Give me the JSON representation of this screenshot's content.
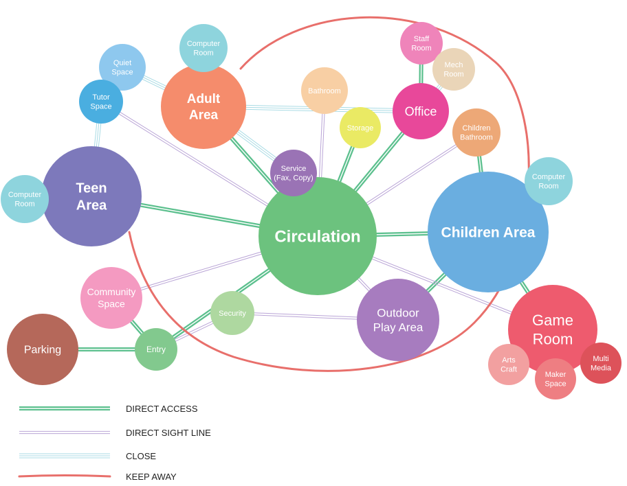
{
  "colors": {
    "direct_access": "#5cc08e",
    "sight_line": "#b9a4d6",
    "close": "#a9dbe4",
    "keep_away": "#e86f6b"
  },
  "nodes": {
    "circulation": {
      "lines": [
        "Circulation"
      ],
      "color": "#6cc27e"
    },
    "children_area": {
      "lines": [
        "Children Area"
      ],
      "color": "#6aaee0"
    },
    "teen_area": {
      "lines": [
        "Teen",
        "Area"
      ],
      "color": "#7d79bb"
    },
    "adult_area": {
      "lines": [
        "Adult",
        "Area"
      ],
      "color": "#f58c6c"
    },
    "game_room": {
      "lines": [
        "Game",
        "Room"
      ],
      "color": "#ee5b6e"
    },
    "outdoor_play_area": {
      "lines": [
        "Outdoor",
        "Play Area"
      ],
      "color": "#a77cbf"
    },
    "office": {
      "lines": [
        "Office"
      ],
      "color": "#e8489a"
    },
    "parking": {
      "lines": [
        "Parking"
      ],
      "color": "#b5685a"
    },
    "community_space": {
      "lines": [
        "Community",
        "Space"
      ],
      "color": "#f49ac1"
    },
    "entry": {
      "lines": [
        "Entry"
      ],
      "color": "#82c98e"
    },
    "security": {
      "lines": [
        "Security"
      ],
      "color": "#aed8a0"
    },
    "service": {
      "lines": [
        "Service",
        "(Fax, Copy)"
      ],
      "color": "#9a73b5"
    },
    "bathroom": {
      "lines": [
        "Bathroom"
      ],
      "color": "#f8cfa4"
    },
    "storage": {
      "lines": [
        "Storage"
      ],
      "color": "#eaea64"
    },
    "staff_room": {
      "lines": [
        "Staff",
        "Room"
      ],
      "color": "#ef84ba"
    },
    "mech_room": {
      "lines": [
        "Mech",
        "Room"
      ],
      "color": "#ead5b8"
    },
    "children_bathroom": {
      "lines": [
        "Children",
        "Bathroom"
      ],
      "color": "#eda877"
    },
    "computer_room_children": {
      "lines": [
        "Computer",
        "Room"
      ],
      "color": "#8ed4dd"
    },
    "computer_room_adult": {
      "lines": [
        "Computer",
        "Room"
      ],
      "color": "#8ed4dd"
    },
    "computer_room_teen": {
      "lines": [
        "Computer",
        "Room"
      ],
      "color": "#8ed4dd"
    },
    "quiet_space": {
      "lines": [
        "Quiet",
        "Space"
      ],
      "color": "#8ec8ee"
    },
    "tutor_space": {
      "lines": [
        "Tutor",
        "Space"
      ],
      "color": "#4aaee0"
    },
    "arts_craft": {
      "lines": [
        "Arts",
        "Craft"
      ],
      "color": "#f2a0a0"
    },
    "maker_space": {
      "lines": [
        "Maker",
        "Space"
      ],
      "color": "#ee7e82"
    },
    "multi_media": {
      "lines": [
        "Multi",
        "Media"
      ],
      "color": "#dd525a"
    }
  },
  "links": [
    {
      "from": "circulation",
      "to": "children_area",
      "type": "direct_access"
    },
    {
      "from": "circulation",
      "to": "teen_area",
      "type": "direct_access"
    },
    {
      "from": "circulation",
      "to": "adult_area",
      "type": "direct_access"
    },
    {
      "from": "circulation",
      "to": "office",
      "type": "direct_access"
    },
    {
      "from": "circulation",
      "to": "storage",
      "type": "direct_access"
    },
    {
      "from": "circulation",
      "to": "entry",
      "type": "direct_access"
    },
    {
      "from": "parking",
      "to": "entry",
      "type": "direct_access"
    },
    {
      "from": "community_space",
      "to": "entry",
      "type": "direct_access"
    },
    {
      "from": "children_area",
      "to": "children_bathroom",
      "type": "direct_access"
    },
    {
      "from": "children_area",
      "to": "game_room",
      "type": "direct_access"
    },
    {
      "from": "children_area",
      "to": "outdoor_play_area",
      "type": "direct_access"
    },
    {
      "from": "office",
      "to": "staff_room",
      "type": "direct_access"
    },
    {
      "from": "circulation",
      "to": "tutor_space",
      "type": "sight_line"
    },
    {
      "from": "circulation",
      "to": "service",
      "type": "sight_line"
    },
    {
      "from": "circulation",
      "to": "bathroom",
      "type": "sight_line"
    },
    {
      "from": "circulation",
      "to": "children_bathroom",
      "type": "sight_line"
    },
    {
      "from": "circulation",
      "to": "community_space",
      "type": "sight_line"
    },
    {
      "from": "circulation",
      "to": "outdoor_play_area",
      "type": "sight_line"
    },
    {
      "from": "circulation",
      "to": "game_room",
      "type": "sight_line"
    },
    {
      "from": "entry",
      "to": "security",
      "type": "sight_line"
    },
    {
      "from": "security",
      "to": "outdoor_play_area",
      "type": "sight_line"
    },
    {
      "from": "adult_area",
      "to": "office",
      "type": "close"
    },
    {
      "from": "adult_area",
      "to": "quiet_space",
      "type": "close"
    },
    {
      "from": "adult_area",
      "to": "service",
      "type": "close"
    },
    {
      "from": "teen_area",
      "to": "tutor_space",
      "type": "close"
    },
    {
      "from": "office",
      "to": "mech_room",
      "type": "close"
    }
  ],
  "legend": [
    {
      "type": "direct_access",
      "label": "DIRECT ACCESS"
    },
    {
      "type": "sight_line",
      "label": "DIRECT SIGHT LINE"
    },
    {
      "type": "close",
      "label": "CLOSE"
    },
    {
      "type": "keep_away",
      "label": "KEEP AWAY"
    }
  ]
}
